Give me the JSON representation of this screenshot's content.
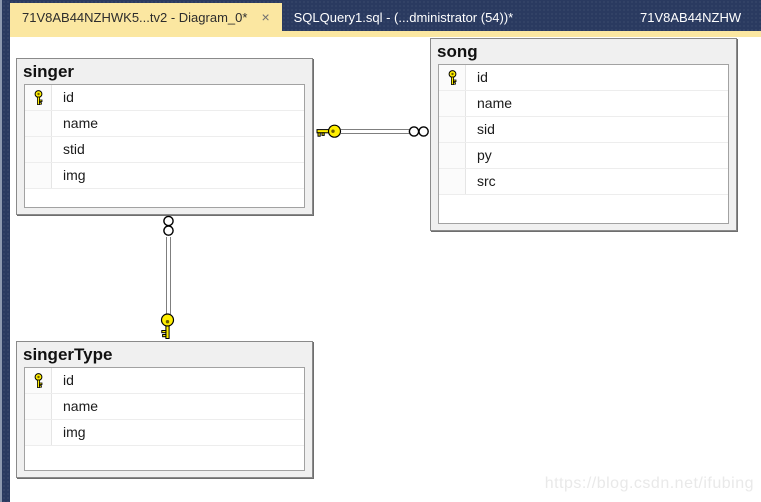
{
  "window": {
    "tabs": [
      {
        "label": "71V8AB44NZHWK5...tv2 - Diagram_0*",
        "state": "active",
        "close_glyph": "×"
      },
      {
        "label": "SQLQuery1.sql - (...dministrator (54))*",
        "state": "inactive"
      },
      {
        "label": "71V8AB44NZHW",
        "state": "inactive"
      }
    ]
  },
  "diagram": {
    "tables": [
      {
        "name": "singer",
        "columns": [
          {
            "name": "id",
            "primary_key": true
          },
          {
            "name": "name",
            "primary_key": false
          },
          {
            "name": "stid",
            "primary_key": false
          },
          {
            "name": "img",
            "primary_key": false
          }
        ]
      },
      {
        "name": "song",
        "columns": [
          {
            "name": "id",
            "primary_key": true
          },
          {
            "name": "name",
            "primary_key": false
          },
          {
            "name": "sid",
            "primary_key": false
          },
          {
            "name": "py",
            "primary_key": false
          },
          {
            "name": "src",
            "primary_key": false
          }
        ]
      },
      {
        "name": "singerType",
        "columns": [
          {
            "name": "id",
            "primary_key": true
          },
          {
            "name": "name",
            "primary_key": false
          },
          {
            "name": "img",
            "primary_key": false
          }
        ]
      }
    ],
    "relationships": [
      {
        "one_side": "singer",
        "many_side": "song",
        "orientation": "horizontal"
      },
      {
        "one_side": "singerType",
        "many_side": "singer",
        "orientation": "vertical"
      }
    ]
  },
  "watermark": {
    "text": "https://blog.csdn.net/ifubing"
  },
  "colors": {
    "tabbar_bg": "#2a3a60",
    "tab_active_bg": "#fbe7a1",
    "tab_inactive_text": "#ffffff",
    "table_window_bg": "#f0f0f0",
    "key_icon_fill": "#ffee00",
    "watermark_text": "#e9e9e9"
  }
}
